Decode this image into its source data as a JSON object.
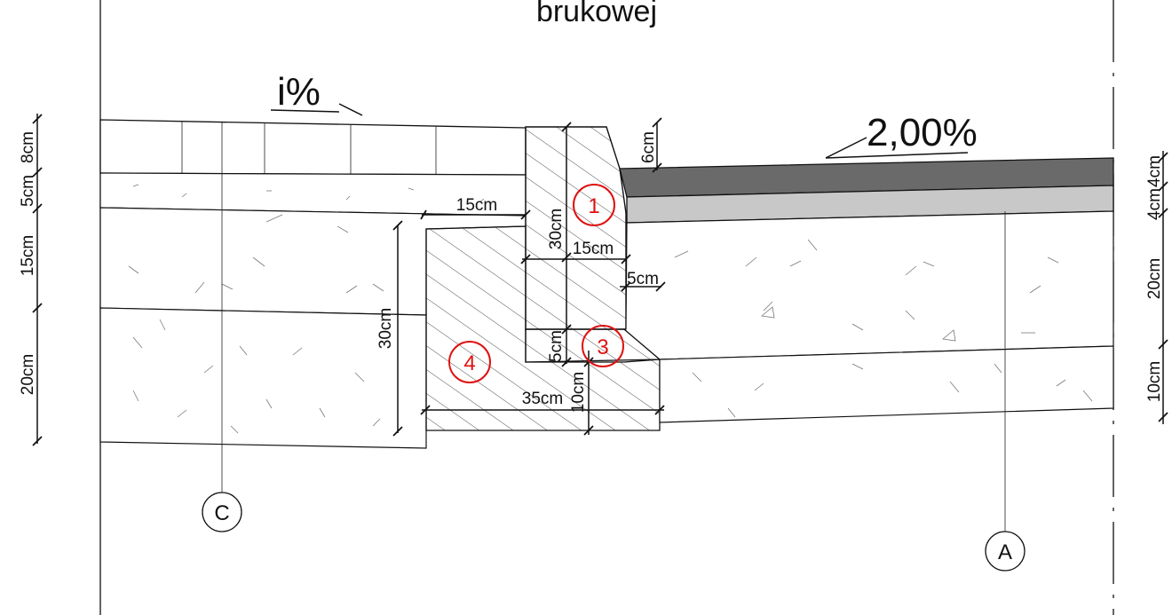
{
  "title": "brukowej",
  "slopes": {
    "left": "i%",
    "right": "2,00%"
  },
  "markers": {
    "left": "1",
    "mid": "3",
    "bottom": "4"
  },
  "axes": {
    "left": "C",
    "right": "A"
  },
  "dimensions": {
    "d15_top": "15cm",
    "d30_curb": "30cm",
    "d15_mid": "15cm",
    "d5_right": "5cm",
    "d6": "6cm",
    "d30_left": "30cm",
    "d5_small": "5cm",
    "d10_mid": "10cm",
    "d35": "35cm"
  },
  "left_scale": [
    "8cm",
    "5cm",
    "15cm",
    "20cm"
  ],
  "right_scale": [
    "4cm",
    "4cm",
    "20cm",
    "10cm"
  ],
  "colors": {
    "asphalt_top": "#6a6a6a",
    "asphalt_base": "#c8c8c8",
    "marker": "#e01010"
  }
}
